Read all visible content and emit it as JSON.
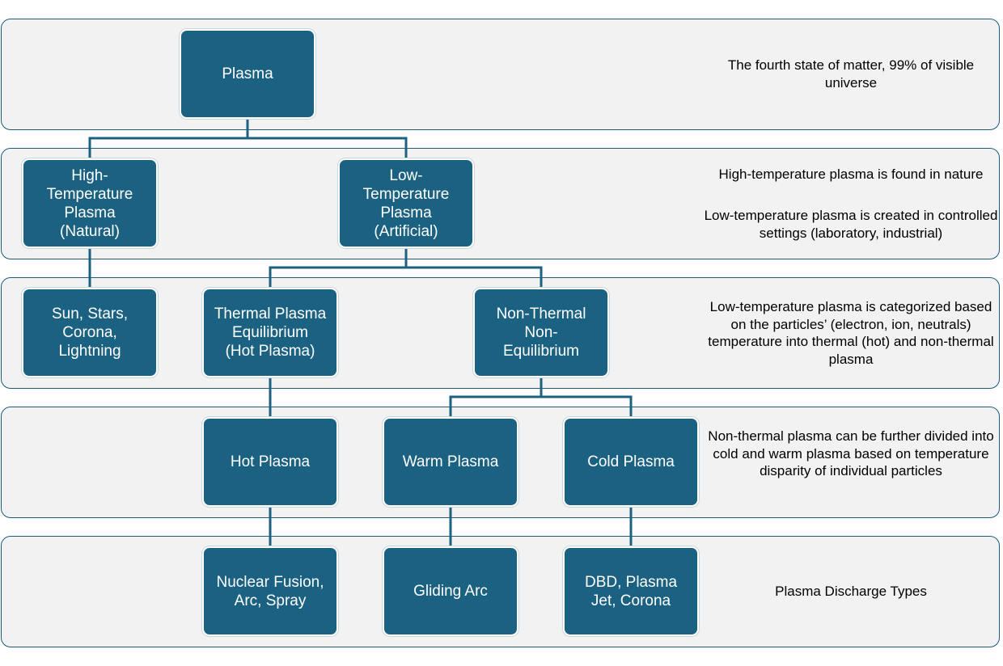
{
  "nodes": {
    "plasma": "Plasma",
    "high_temp": "High-\nTemperature\nPlasma\n(Natural)",
    "low_temp": "Low-\nTemperature\nPlasma\n(Artificial)",
    "sun": "Sun, Stars,\nCorona,\nLightning",
    "thermal": "Thermal Plasma\nEquilibrium\n(Hot Plasma)",
    "non_thermal": "Non-Thermal\nNon-\nEquilibrium",
    "hot": "Hot Plasma",
    "warm": "Warm Plasma",
    "cold": "Cold Plasma",
    "nuclear": "Nuclear Fusion,\nArc, Spray",
    "gliding": "Gliding Arc",
    "dbd": "DBD, Plasma\nJet, Corona"
  },
  "notes": {
    "row1": "The fourth state of matter, 99% of visible universe",
    "row2a": "High-temperature plasma is found in nature",
    "row2b": "Low-temperature plasma is created in controlled settings (laboratory, industrial)",
    "row3": "Low-temperature plasma is categorized based on the particles’ (electron, ion, neutrals) temperature into thermal (hot) and non-thermal plasma",
    "row4": "Non-thermal plasma can be further divided into cold and warm plasma based on temperature disparity of individual particles",
    "row5": "Plasma Discharge Types"
  },
  "colors": {
    "node_fill": "#1b6182",
    "band_fill": "#f2f2f2",
    "band_border": "#1d5a78",
    "connector": "#1b6182"
  }
}
